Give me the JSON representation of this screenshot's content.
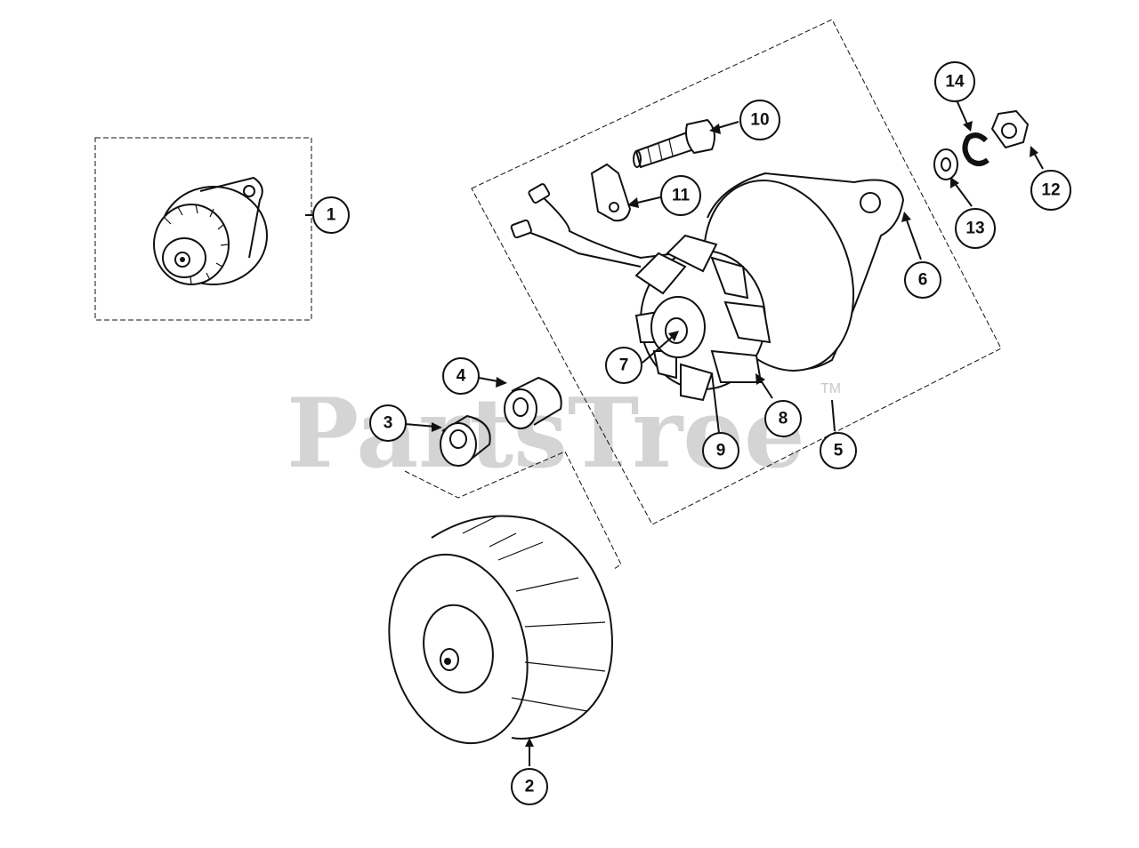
{
  "watermark": {
    "text": "PartsTree",
    "trademark": "TM"
  },
  "callouts": [
    {
      "id": "1",
      "label": "1"
    },
    {
      "id": "2",
      "label": "2"
    },
    {
      "id": "3",
      "label": "3"
    },
    {
      "id": "4",
      "label": "4"
    },
    {
      "id": "5",
      "label": "5"
    },
    {
      "id": "6",
      "label": "6"
    },
    {
      "id": "7",
      "label": "7"
    },
    {
      "id": "8",
      "label": "8"
    },
    {
      "id": "9",
      "label": "9"
    },
    {
      "id": "10",
      "label": "10"
    },
    {
      "id": "11",
      "label": "11"
    },
    {
      "id": "12",
      "label": "12"
    },
    {
      "id": "13",
      "label": "13"
    },
    {
      "id": "14",
      "label": "14"
    }
  ]
}
